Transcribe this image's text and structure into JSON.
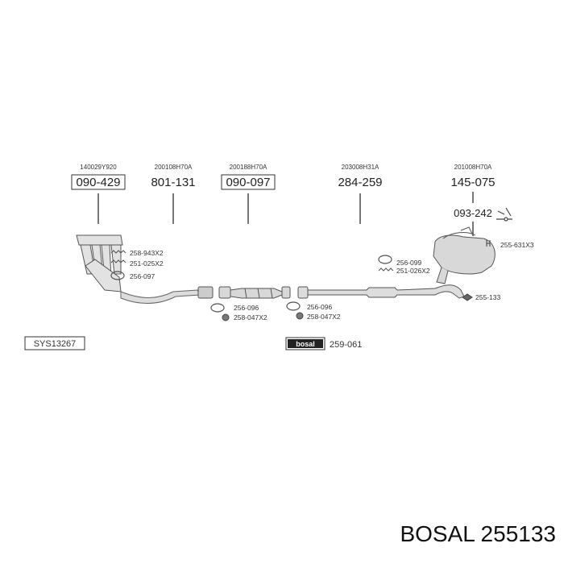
{
  "top_parts": [
    {
      "code": "140029Y920",
      "number": "090-429"
    },
    {
      "code": "200108H70A",
      "number": "801-131"
    },
    {
      "code": "200188H70A",
      "number": "090-097"
    },
    {
      "code": "203008H31A",
      "number": "284-259"
    },
    {
      "code": "201008H70A",
      "number": "145-075"
    }
  ],
  "extra_part": "093-242",
  "fittings": {
    "a1": "258-943X2",
    "a2": "251-025X2",
    "a3": "256-097",
    "b1": "256-096",
    "b2": "258-047X2",
    "c1": "256-096",
    "c2": "258-047X2",
    "d1": "256-099",
    "d2": "251-026X2",
    "e1": "255-631X3",
    "e2": "255-133"
  },
  "system_id": "SYS13267",
  "brand_tag": "bosal",
  "brand_tag_part": "259-061",
  "footer": "BOSAL 255133"
}
